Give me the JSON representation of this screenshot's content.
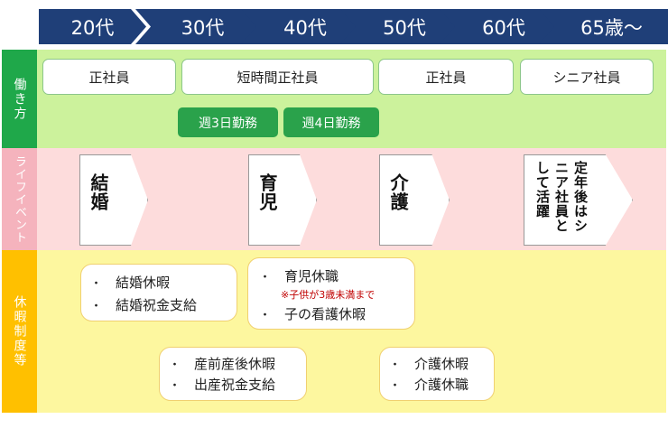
{
  "ages": [
    "20代",
    "30代",
    "40代",
    "50代",
    "60代",
    "65歳～"
  ],
  "sections": {
    "work": "働き方",
    "life": "ライフイベント",
    "benefits": "休暇制度等"
  },
  "work_styles": [
    "正社員",
    "短時間正社員",
    "正社員",
    "シニア社員"
  ],
  "work_badges": [
    "週3日勤務",
    "週4日勤務"
  ],
  "life_events": [
    "結婚",
    "育児",
    "介護",
    "定年後はシニア社員として活躍"
  ],
  "benefits": {
    "marriage": [
      "結婚休暇",
      "結婚祝金支給"
    ],
    "childcare": [
      "育児休職",
      "子の看護休暇"
    ],
    "childcare_note": "※子供が3歳未満まで",
    "birth": [
      "産前産後休暇",
      "出産祝金支給"
    ],
    "nursing": [
      "介護休暇",
      "介護休職"
    ],
    "bullet": "・"
  },
  "colors": {
    "age_arrow": "#1f3f78",
    "work_bg": "#ccf29c",
    "work_label": "#1fa84a",
    "life_bg": "#fddcdc",
    "life_label": "#f5b3bd",
    "benefit_bg": "#fdf79f",
    "benefit_label": "#ffc000",
    "badge": "#2aa24b"
  }
}
